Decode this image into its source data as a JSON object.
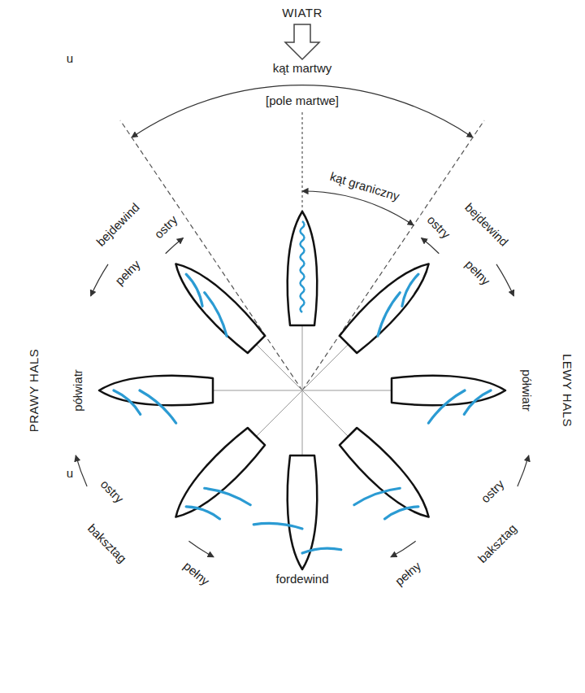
{
  "diagram": {
    "labels": [
      "WIATR",
      "kąt martwy",
      "[pole martwe]",
      "kąt graniczny",
      "u",
      "bejdewind",
      "ostry",
      "ostry",
      "bejdewind",
      "pełny",
      "pełny",
      "PRAWY HALS",
      "półwiatr",
      "u",
      "LEWY HALS",
      "półwiatr",
      "ostry",
      "ostry",
      "baksztag",
      "pełny",
      "pełny",
      "baksztag",
      "fordewind"
    ]
  }
}
